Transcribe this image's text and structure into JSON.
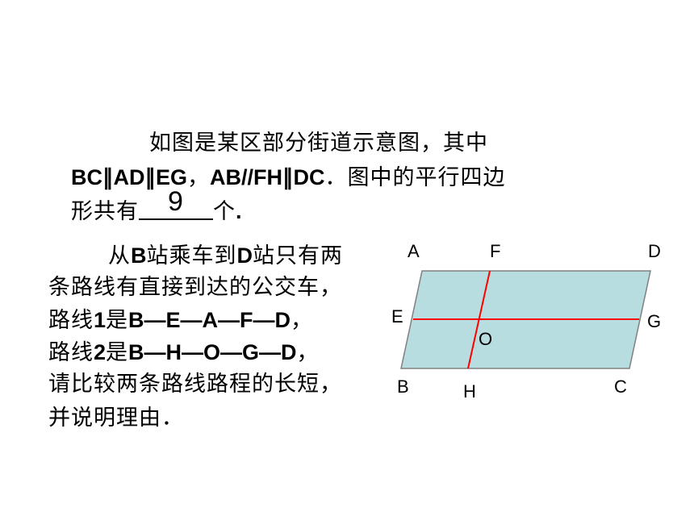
{
  "problem1": {
    "line1": "如图是某区部分街道示意图，其中",
    "line2_a": "BC∥AD∥EG",
    "line2_b": "，",
    "line2_c": "AB//FH∥DC",
    "line2_d": "．图中的平行四边",
    "line3_a": "形共有",
    "answer": "9",
    "line3_b": "个",
    "line3_c": "."
  },
  "problem2": {
    "line1_a": "从",
    "line1_b": "B",
    "line1_c": "站乘车到",
    "line1_d": "D",
    "line1_e": "站只有两",
    "line2": "条路线有直接到达的公交车，",
    "line3_a": "路线",
    "line3_b": "1",
    "line3_c": "是",
    "line3_d": "B—E—A—F—D",
    "line3_e": "，",
    "line4_a": "路线",
    "line4_b": "2",
    "line4_c": "是",
    "line4_d": "B—H—O—G—D",
    "line4_e": "，",
    "line5": "请比较两条路线路程的长短，",
    "line6": "并说明理由．"
  },
  "figure": {
    "labels": {
      "A": "A",
      "F": "F",
      "D": "D",
      "E": "E",
      "G": "G",
      "O": "O",
      "B": "B",
      "H": "H",
      "C": "C"
    },
    "fill_color": "#b7dde0",
    "edge_color": "#808080",
    "street_color": "#ff0000"
  }
}
